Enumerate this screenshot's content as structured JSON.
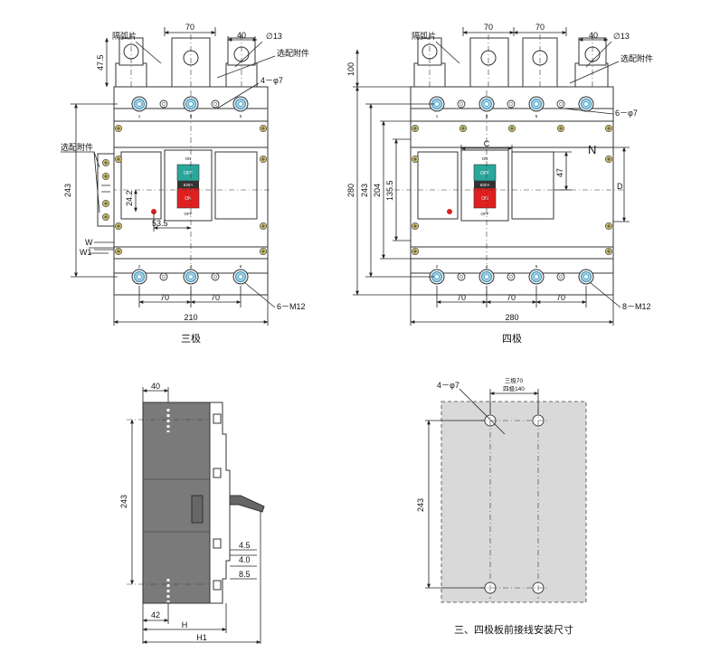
{
  "three_pole": {
    "caption": "三极",
    "arc_barrier": "隔弧片",
    "optional_accessory": "选配附件",
    "optional_accessory_side": "选配附件",
    "terminal_width": "70",
    "terminal_pitch": "40",
    "terminal_hole": "∅13",
    "height_top": "47.5",
    "mount_holes": "4－φ7",
    "height": "243",
    "handle_offset": "24.2",
    "handle_x": "53.5",
    "w": "W",
    "w1": "W1",
    "pitch_left": "70",
    "pitch_right": "70",
    "width": "210",
    "bolts": "6－M12",
    "pole_numbers_top": [
      "1",
      "3",
      "5"
    ],
    "pole_numbers_bottom": [
      "2",
      "4",
      "6"
    ]
  },
  "four_pole": {
    "caption": "四极",
    "arc_barrier": "隔弧片",
    "optional_accessory": "选配附件",
    "terminal_width": "70",
    "terminal_pitch": "40",
    "terminal_hole": "∅13",
    "height_100": "100",
    "height_280": "280",
    "height_243": "243",
    "height_204": "204",
    "height_135": "135.5",
    "dim_c": "C",
    "dim_47": "47",
    "dim_d": "D",
    "neutral": "N",
    "mount_holes": "6－φ7",
    "pitches": [
      "70",
      "70",
      "70"
    ],
    "width": "280",
    "bolts": "8－M12",
    "pole_numbers_top": [
      "1",
      "3",
      "5"
    ],
    "pole_numbers_bottom": [
      "2",
      "4",
      "6"
    ]
  },
  "handle": {
    "on_top": "ON",
    "off_top": "OFF",
    "rating": "630A",
    "on_red": "ON",
    "off_bottom": "OFF"
  },
  "side_view": {
    "top_width": "40",
    "height": "243",
    "dim_45": "4.5",
    "dim_40": "4.0",
    "dim_85": "8.5",
    "bottom_42": "42",
    "h": "H",
    "h1": "H1"
  },
  "panel": {
    "caption": "三、四极板前接线安装尺寸",
    "holes": "4－φ7",
    "spacing_line1": "三极70",
    "spacing_line2": "四极140",
    "height": "243"
  },
  "colors": {
    "handle_on_top": "#2aa79b",
    "handle_off_red": "#e02020",
    "indicator": "#e02020",
    "side_body": "#7a7a7a",
    "panel_fill": "#d9d9d9"
  }
}
